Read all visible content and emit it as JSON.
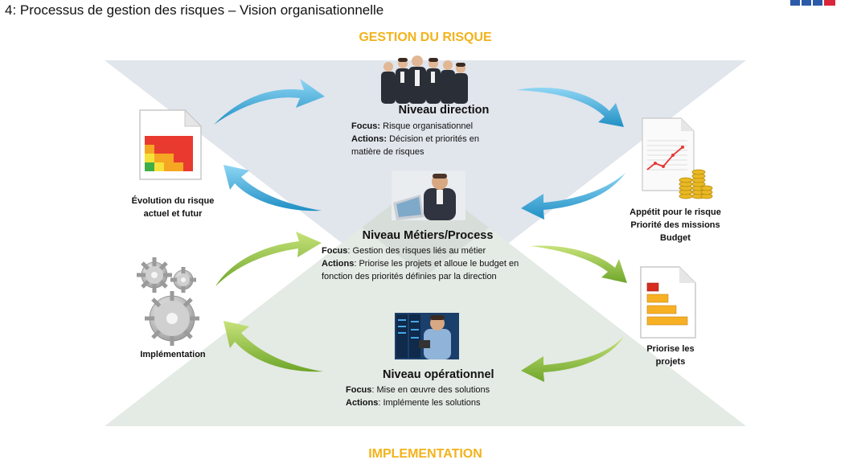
{
  "slide": {
    "title": "4: Processus de gestion des risques – Vision organisationnelle"
  },
  "headings": {
    "top": "GESTION DU RISQUE",
    "bottom": "IMPLEMENTATION"
  },
  "levels": {
    "direction": {
      "title": "Niveau direction",
      "focus_label": "Focus:",
      "focus_text": "Risque organisationnel",
      "actions_label": "Actions:",
      "actions_text": "Décision et priorités en matière de risques"
    },
    "metiers": {
      "title": "Niveau Métiers/Process",
      "focus_label": "Focus",
      "focus_text": ": Gestion des risques liés au métier",
      "actions_label": "Actions",
      "actions_text": ": Priorise les projets et alloue le budget en fonction des priorités définies par la direction"
    },
    "operationnel": {
      "title": "Niveau opérationnel",
      "focus_label": "Focus",
      "focus_text": ": Mise en œuvre des solutions",
      "actions_label": "Actions",
      "actions_text": ": Implémente les solutions"
    }
  },
  "side_labels": {
    "evolution": "Évolution du risque actuel et futur",
    "appetit": "Appétit pour le risque Priorité des missions Budget",
    "implementation": "Implémentation",
    "priorise": "Priorise les projets"
  },
  "colors": {
    "heading": "#f2b31b",
    "top_triangle": "#e3e7ee",
    "bottom_triangle": "#e6ebe6",
    "arrow_blue": "#2aa6d9",
    "arrow_green": "#8cc63f"
  },
  "icons": {
    "heatmap": "risk-heatmap-document-icon",
    "report": "report-chart-coins-icon",
    "gears": "gears-icon",
    "bars": "priority-bars-document-icon"
  }
}
